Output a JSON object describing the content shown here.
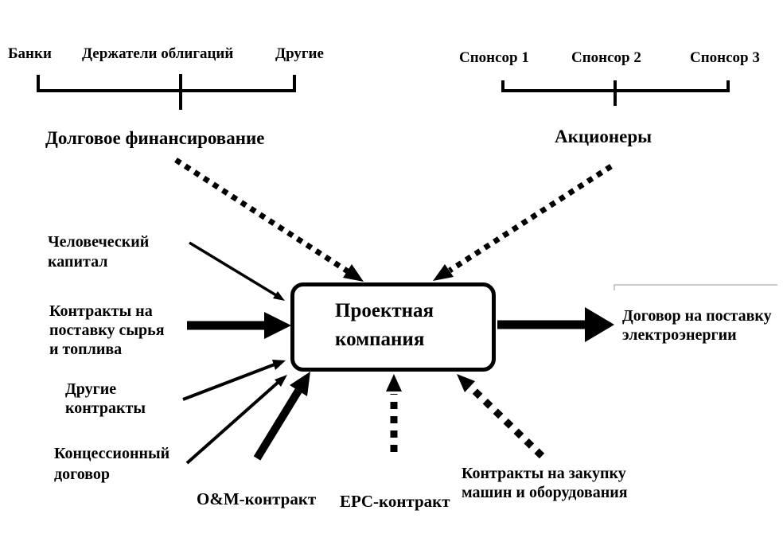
{
  "canvas": {
    "background": "#ffffff",
    "line_color": "#000000",
    "faint_border_color": "#b8b8b8"
  },
  "debt_group": {
    "items": [
      {
        "label": "Банки"
      },
      {
        "label": "Держатели облигаций"
      },
      {
        "label": "Другие"
      }
    ],
    "title": "Долговое финансирование"
  },
  "equity_group": {
    "items": [
      {
        "label": "Спонсор 1"
      },
      {
        "label": "Спонсор 2"
      },
      {
        "label": "Спонсор 3"
      }
    ],
    "title": "Акционеры"
  },
  "project_company": {
    "label": "Проектная\nкомпания"
  },
  "inputs": {
    "human_capital": "Человеческий\nкапитал",
    "supply_contracts": "Контракты на\nпоставку сырья\nи топлива",
    "other_contracts": "Другие\nконтракты",
    "concession": "Концессионный\nдоговор",
    "om_contract": "O&M-контракт",
    "epc_contract": "EPC-контракт",
    "machinery_contracts": "Контракты на закупку\nмашин и оборудования"
  },
  "outputs": {
    "power_purchase": "Договор на поставку\nэлектроэнергии"
  }
}
